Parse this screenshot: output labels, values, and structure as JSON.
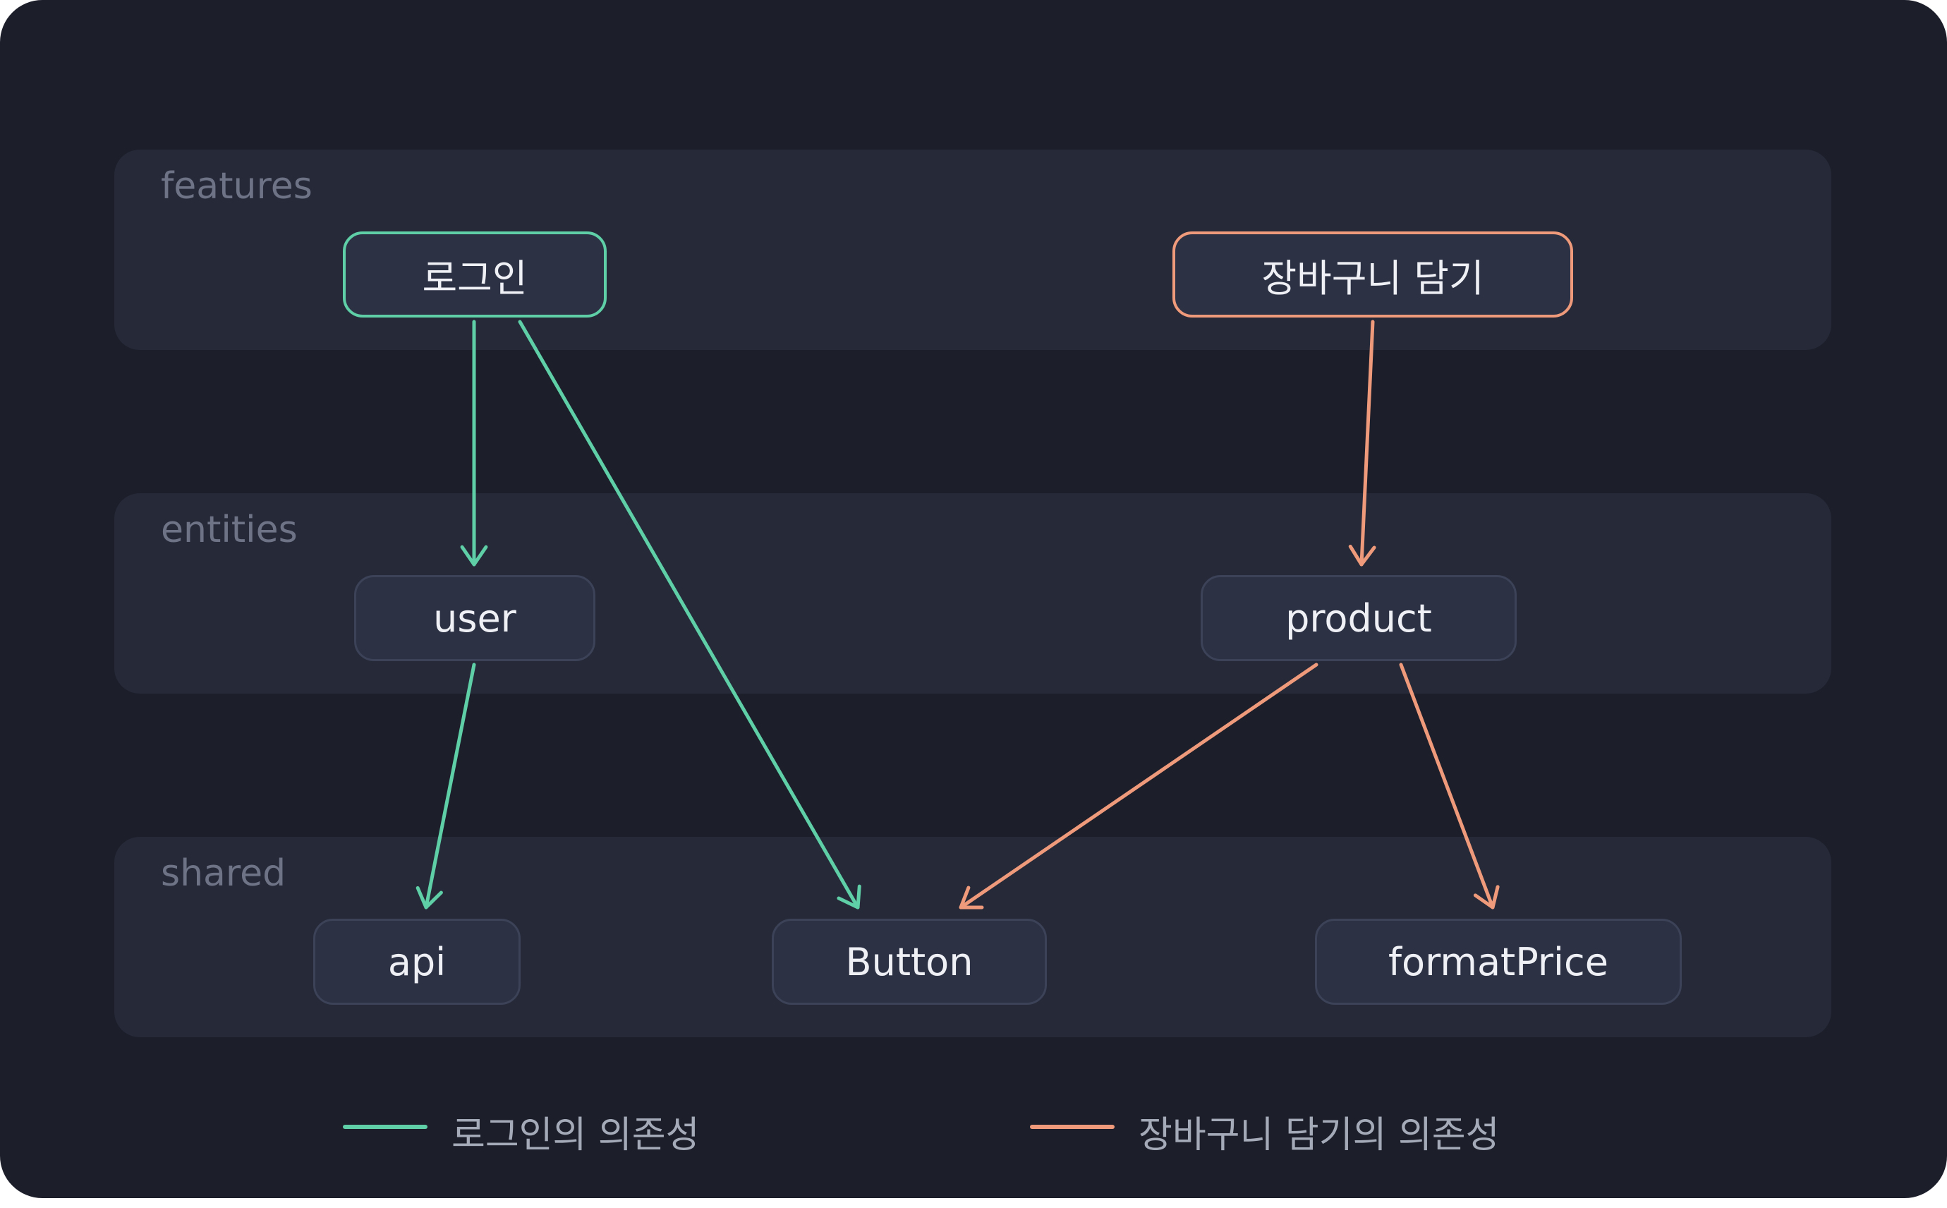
{
  "colors": {
    "background": "#1c1e2a",
    "layer": "#252938",
    "node": "#2c3144",
    "login": "#5ecfa6",
    "cart": "#ef9a7a"
  },
  "layers": {
    "features": "features",
    "entities": "entities",
    "shared": "shared"
  },
  "nodes": {
    "login": "로그인",
    "cart": "장바구니 담기",
    "user": "user",
    "product": "product",
    "api": "api",
    "button": "Button",
    "formatPrice": "formatPrice"
  },
  "edges": [
    {
      "from": "login",
      "to": "user",
      "group": "login"
    },
    {
      "from": "login",
      "to": "button",
      "group": "login"
    },
    {
      "from": "user",
      "to": "api",
      "group": "login"
    },
    {
      "from": "cart",
      "to": "product",
      "group": "cart"
    },
    {
      "from": "product",
      "to": "button",
      "group": "cart"
    },
    {
      "from": "product",
      "to": "formatPrice",
      "group": "cart"
    }
  ],
  "legend": {
    "login": "로그인의 의존성",
    "cart": "장바구니 담기의 의존성"
  }
}
